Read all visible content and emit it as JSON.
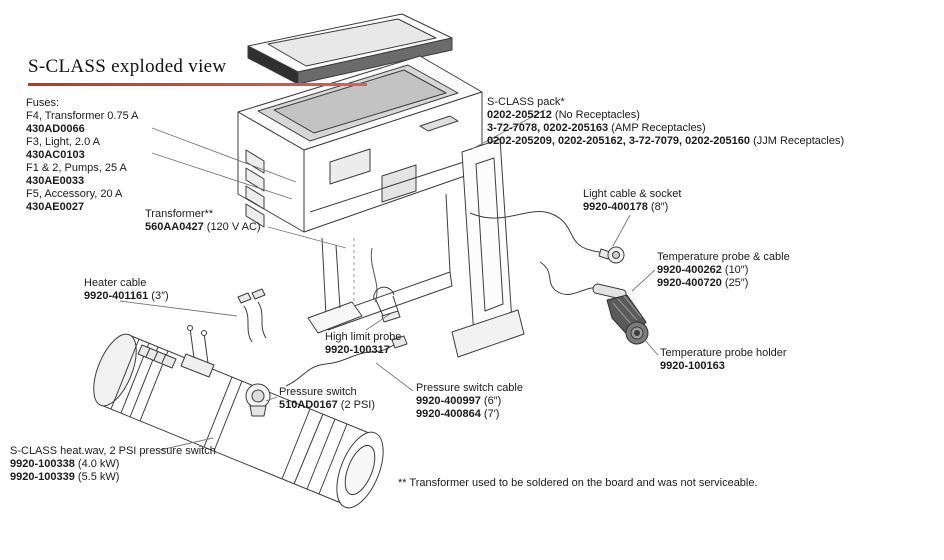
{
  "title": "S-CLASS exploded view",
  "footnote": "** Transformer used to be soldered on the board and was not serviceable.",
  "labels": {
    "fuses": {
      "title": "Fuses:",
      "items": [
        {
          "desc": "F4, Transformer 0.75 A",
          "part": "430AD0066"
        },
        {
          "desc": "F3, Light, 2.0 A",
          "part": "430AC0103"
        },
        {
          "desc": "F1 & 2, Pumps, 25 A",
          "part": "430AE0033"
        },
        {
          "desc": "F5, Accessory, 20 A",
          "part": "430AE0027"
        }
      ]
    },
    "transformer": {
      "title": "Transformer**",
      "part": "560AA0427",
      "suffix": " (120 V AC)"
    },
    "heater_cable": {
      "title": "Heater cable",
      "part": "9920-401161",
      "suffix": " (3″)"
    },
    "high_limit_probe": {
      "title": "High limit probe",
      "part": "9920-100317",
      "suffix": ""
    },
    "pressure_switch": {
      "title": "Pressure switch",
      "part": "510AD0167",
      "suffix": " (2 PSI)"
    },
    "heater": {
      "title": "S-CLASS heat.wav, 2 PSI pressure switch",
      "items": [
        {
          "part": "9920-100338",
          "suffix": " (4.0 kW)"
        },
        {
          "part": "9920-100339",
          "suffix": " (5.5 kW)"
        }
      ]
    },
    "pack": {
      "title": "S-CLASS pack*",
      "items": [
        {
          "part": "0202-205212",
          "suffix": " (No Receptacles)"
        },
        {
          "part": "3-72-7078, 0202-205163",
          "suffix": " (AMP Receptacles)"
        },
        {
          "part": "0202-205209, 0202-205162, 3-72-7079, 0202-205160",
          "suffix": " (JJM Receptacles)"
        }
      ]
    },
    "light_cable": {
      "title": "Light cable & socket",
      "part": "9920-400178",
      "suffix": " (8″)"
    },
    "temp_probe": {
      "title": "Temperature probe & cable",
      "items": [
        {
          "part": "9920-400262",
          "suffix": " (10″)"
        },
        {
          "part": "9920-400720",
          "suffix": " (25″)"
        }
      ]
    },
    "probe_holder": {
      "title": "Temperature probe holder",
      "part": "9920-100163",
      "suffix": ""
    },
    "ps_cable": {
      "title": "Pressure switch cable",
      "items": [
        {
          "part": "9920-400997",
          "suffix": " (6″)"
        },
        {
          "part": "9920-400864",
          "suffix": " (7′)"
        }
      ]
    }
  }
}
